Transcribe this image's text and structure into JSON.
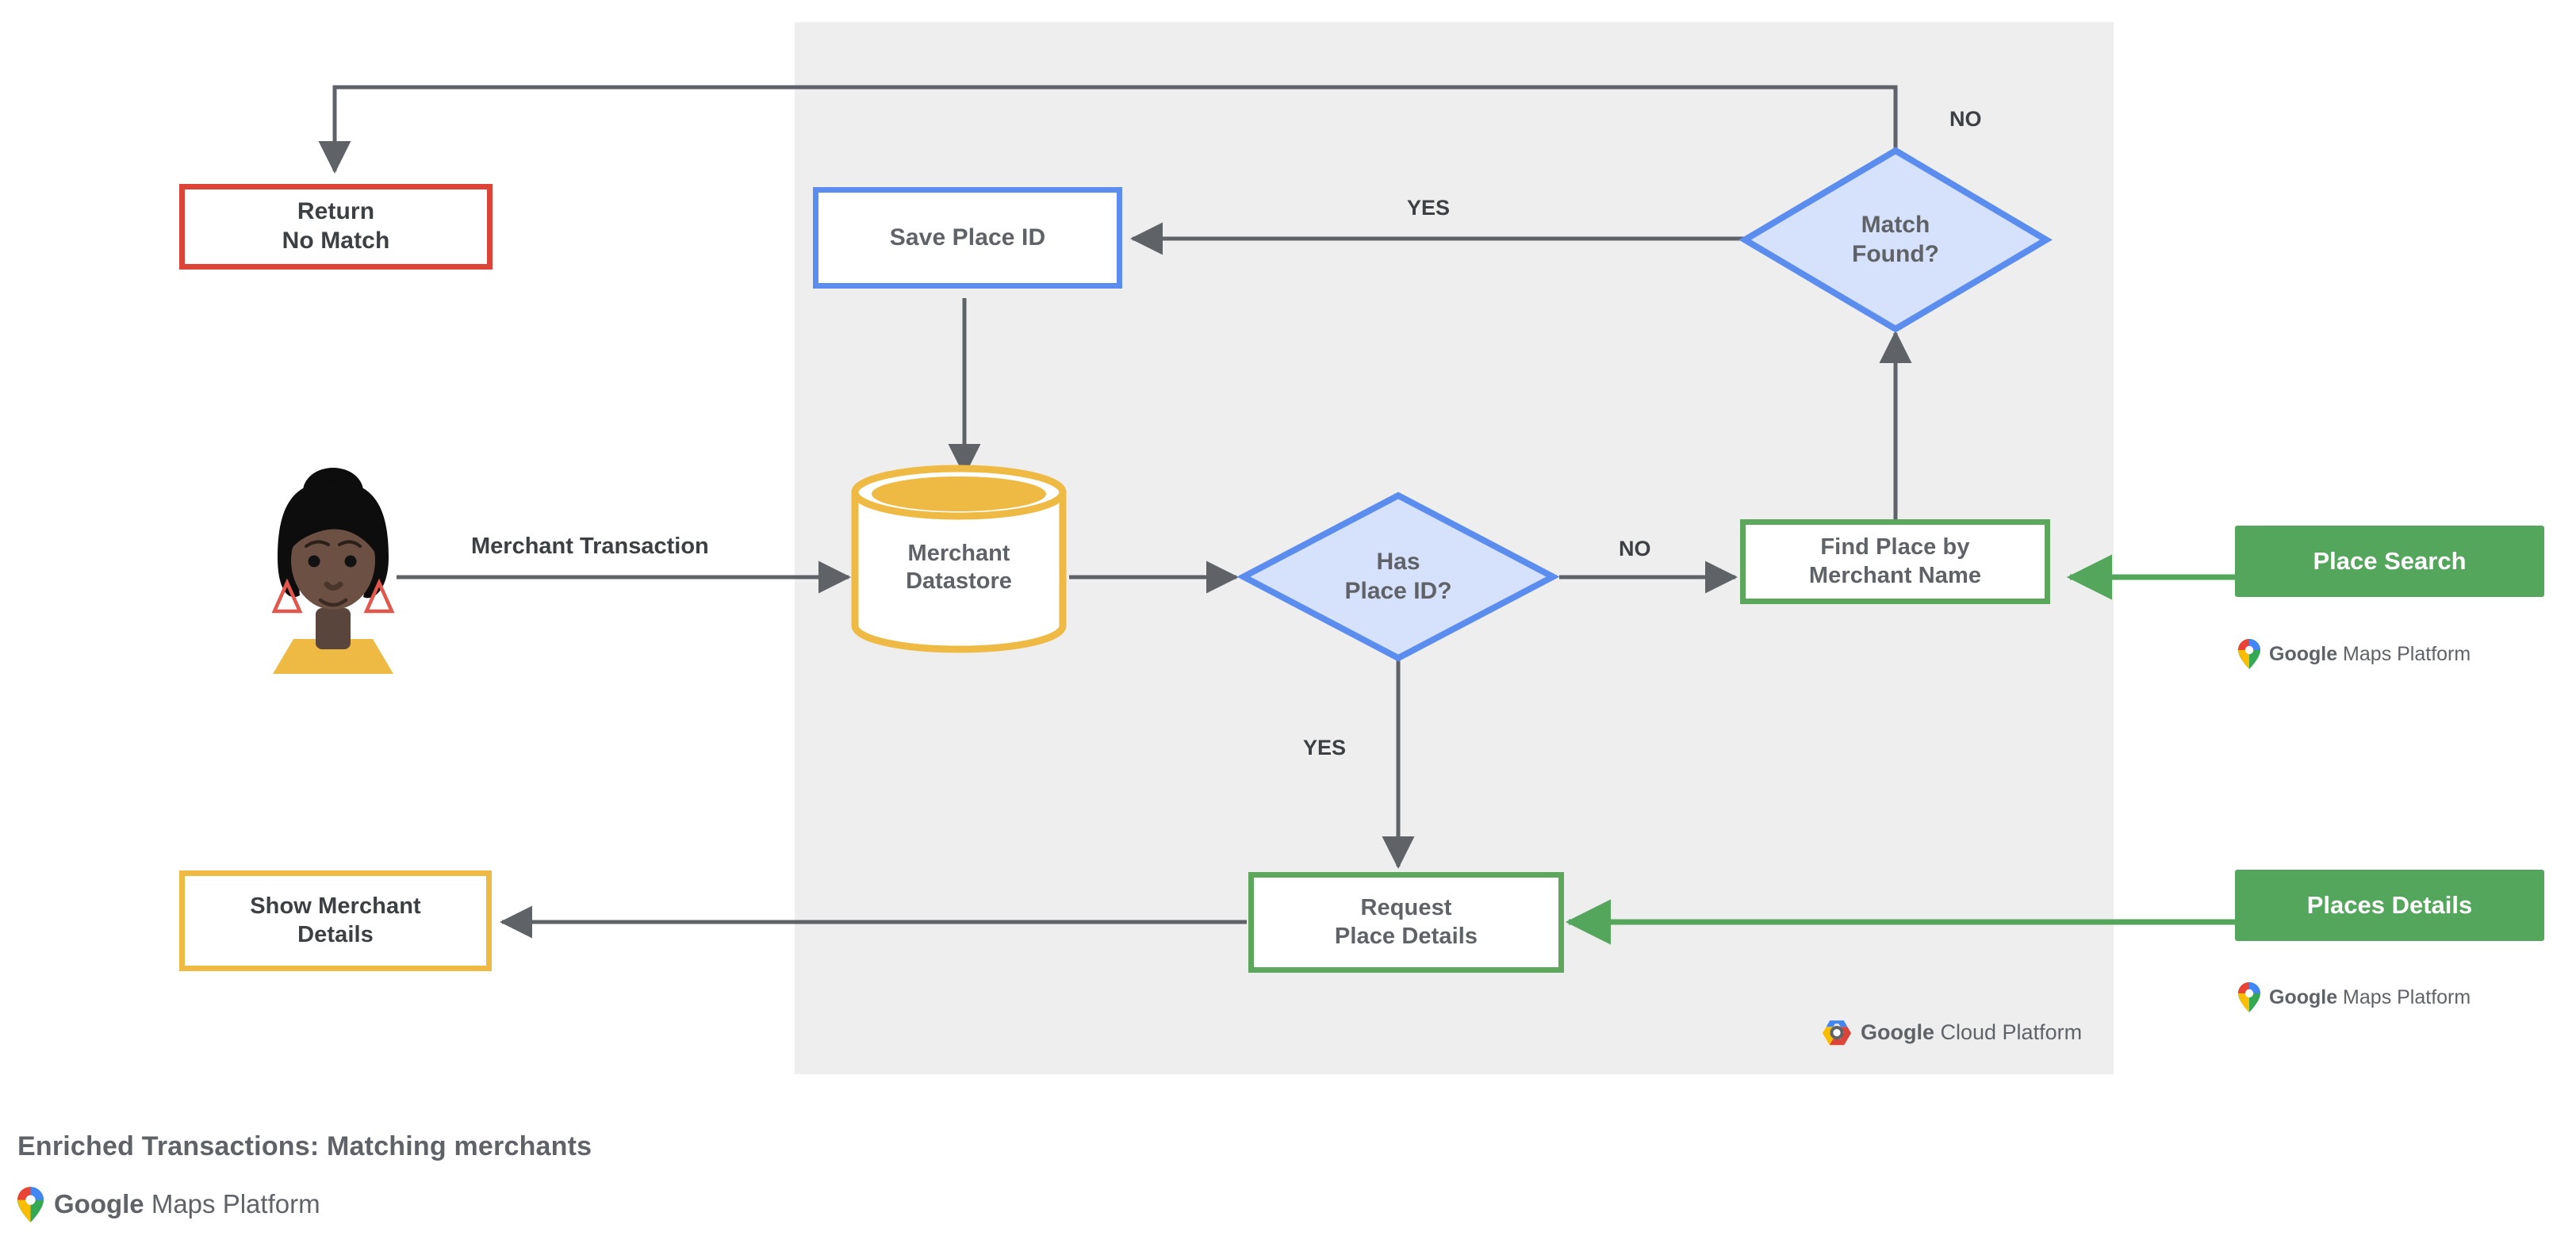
{
  "diagram": {
    "title": "Enriched Transactions: Matching merchants",
    "panel_name": "Google Cloud Platform",
    "colors": {
      "panel_bg": "#EEEEEE",
      "red": "#DB4437",
      "blue": "#5B8DEF",
      "blue_fill": "#D6E2FB",
      "green": "#5CA75C",
      "green_solid": "#54A65C",
      "yellow": "#EFBA43",
      "edge": "#5F6368",
      "text": "#5F6368"
    },
    "actor": {
      "name": "merchant-customer-avatar",
      "alt": "Illustration of a person"
    },
    "nodes": {
      "return_no_match": {
        "label": "Return\nNo Match",
        "shape": "rect",
        "accent": "red"
      },
      "save_place_id": {
        "label": "Save Place ID",
        "shape": "rect",
        "accent": "blue"
      },
      "match_found": {
        "label": "Match\nFound?",
        "shape": "diamond",
        "accent": "blue"
      },
      "merchant_datastore": {
        "label": "Merchant\nDatastore",
        "shape": "cylinder",
        "accent": "yellow"
      },
      "has_place_id": {
        "label": "Has\nPlace ID?",
        "shape": "diamond",
        "accent": "blue"
      },
      "find_place_by_merchant_name": {
        "label": "Find Place by\nMerchant Name",
        "shape": "rect",
        "accent": "green"
      },
      "show_merchant_details": {
        "label": "Show Merchant\nDetails",
        "shape": "rect",
        "accent": "yellow"
      },
      "request_place_details": {
        "label": "Request\nPlace Details",
        "shape": "rect",
        "accent": "green"
      }
    },
    "products": {
      "place_search": {
        "label": "Place Search",
        "platform": "Google Maps Platform"
      },
      "places_details": {
        "label": "Places Details",
        "platform": "Google Maps Platform"
      }
    },
    "edge_labels": {
      "merchant_transaction": "Merchant Transaction",
      "match_found_no": "NO",
      "match_found_yes": "YES",
      "has_place_id_no": "NO",
      "has_place_id_yes": "YES"
    },
    "footer": {
      "title": "Enriched Transactions: Matching merchants",
      "brand_google": "Google",
      "brand_rest": " Maps Platform"
    },
    "panel_badge": {
      "brand_google": "Google",
      "brand_rest": " Cloud Platform"
    }
  }
}
